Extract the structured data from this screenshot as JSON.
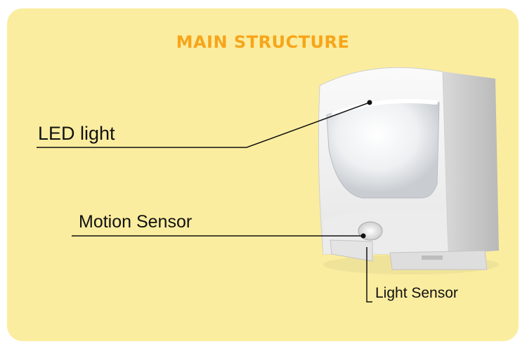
{
  "title": "MAIN STRUCTURE",
  "labels": {
    "led": "LED light",
    "motion": "Motion Sensor",
    "light": "Light Sensor"
  },
  "colors": {
    "background": "#fbed9f",
    "title": "#f7a51b",
    "lines": "#111111",
    "device": "#f2f2f2"
  }
}
